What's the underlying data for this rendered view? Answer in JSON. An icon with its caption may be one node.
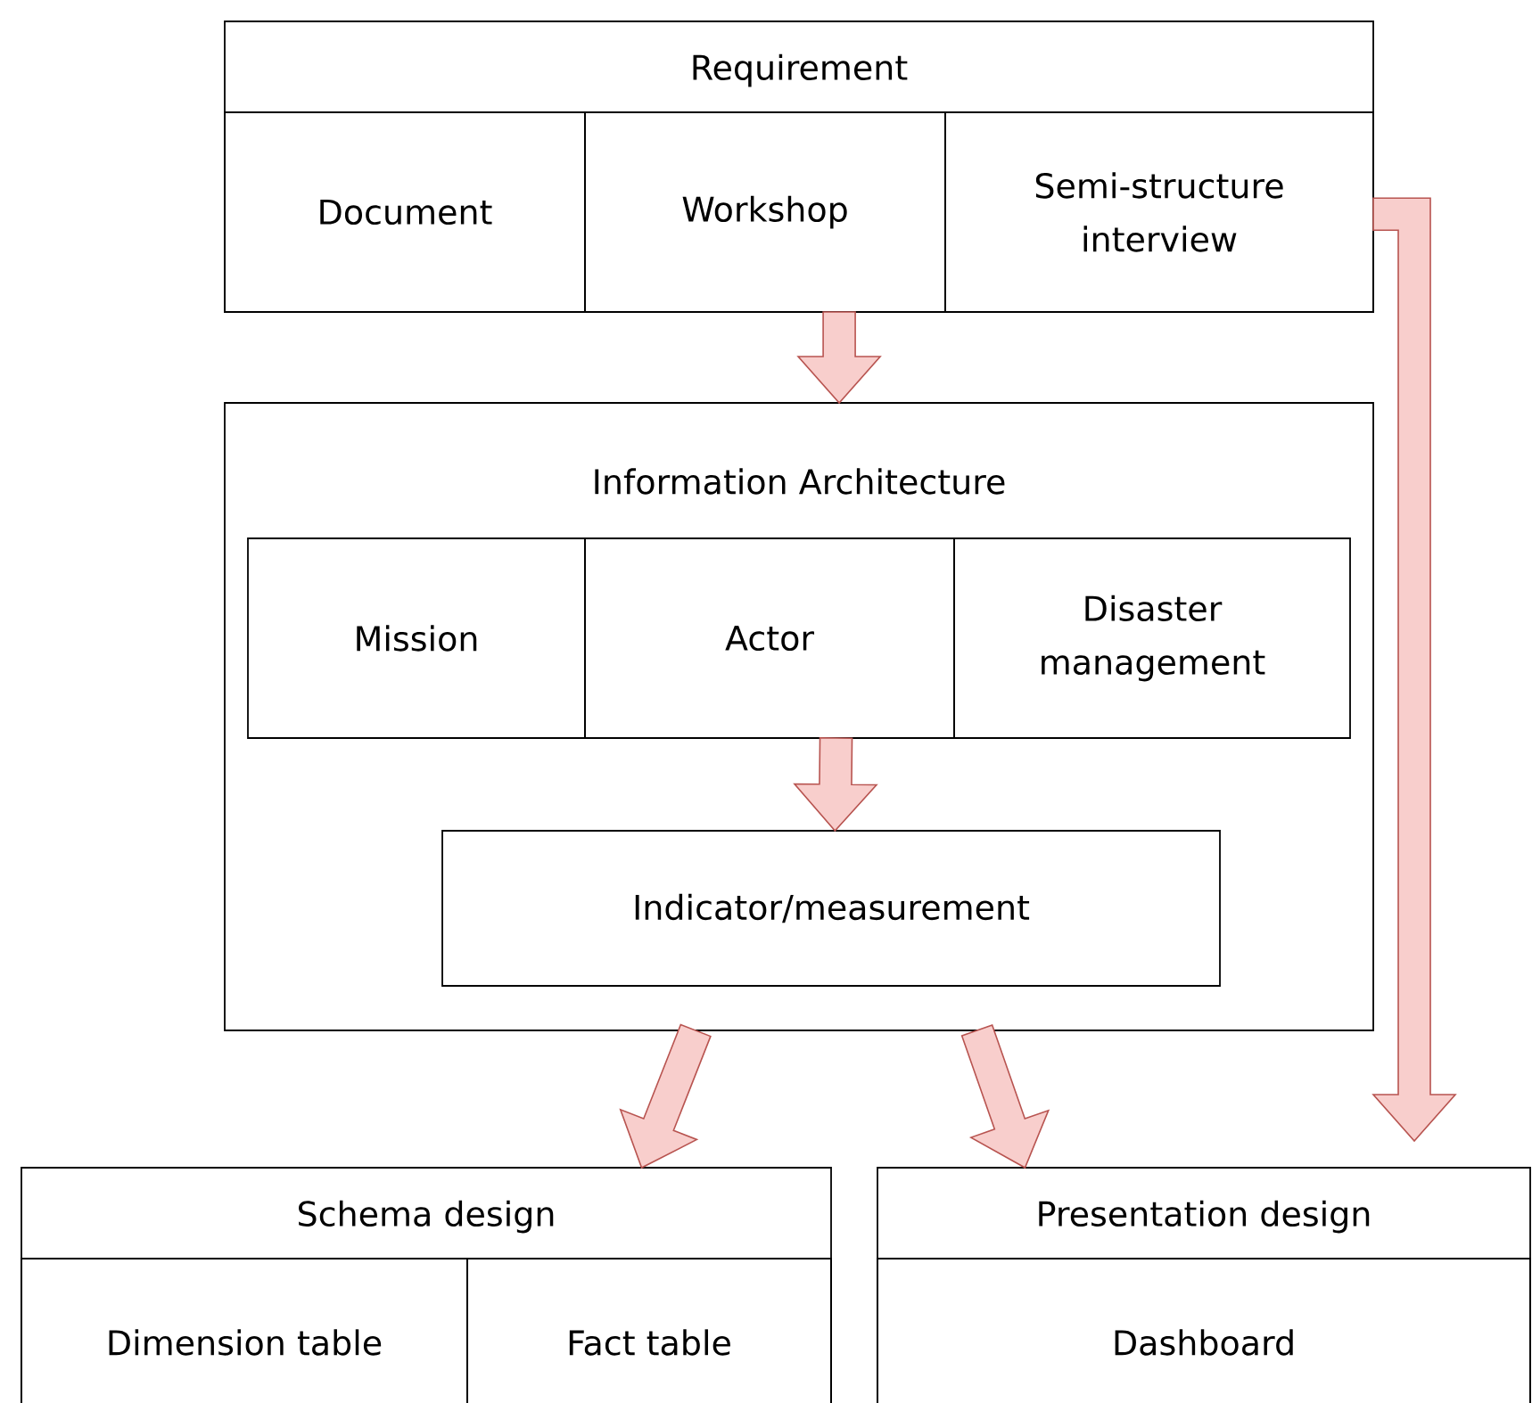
{
  "diagram": {
    "nodes": [
      {
        "text": [
          "Requirement"
        ]
      },
      {
        "text": [
          "Document"
        ],
        "in": 0
      },
      {
        "text": [
          "Workshop"
        ],
        "in": 0
      },
      {
        "text": [
          "Semi-structure interview"
        ],
        "in": 0
      },
      {
        "text": [
          "Information Architecture"
        ]
      },
      {
        "text": [
          "Mission"
        ],
        "in": 4
      },
      {
        "text": [
          "Actor"
        ],
        "in": 4
      },
      {
        "text": [
          "Disaster management"
        ],
        "in": 4
      },
      {
        "text": [
          "Indicator/measurement"
        ],
        "in": 4
      },
      {
        "text": [
          "Schema design"
        ]
      },
      {
        "text": [
          "Dimension table"
        ],
        "in": 9
      },
      {
        "text": [
          "Fact table"
        ],
        "in": 9
      },
      {
        "text": [
          "Presentation design"
        ]
      },
      {
        "text": [
          "Dashboard"
        ],
        "in": 12
      }
    ],
    "edges": [
      {
        "from": 0,
        "to": 4,
        "arrow": "to"
      },
      {
        "from": 6,
        "to": 8,
        "arrow": "to"
      },
      {
        "from": 4,
        "to": 9,
        "arrow": "to"
      },
      {
        "from": 4,
        "to": 12,
        "arrow": "to"
      },
      {
        "from": 3,
        "to": 12,
        "arrow": "to"
      }
    ]
  }
}
